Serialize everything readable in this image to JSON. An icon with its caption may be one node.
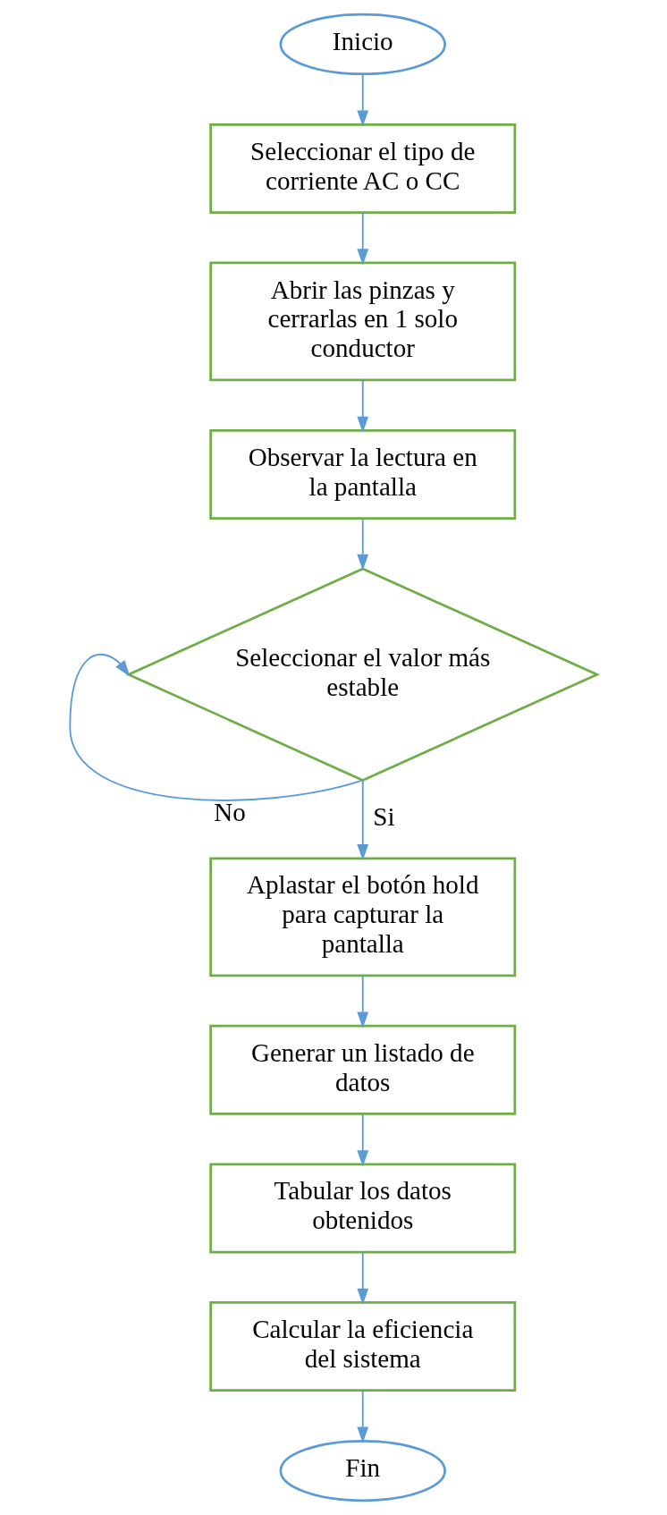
{
  "diagram": {
    "nodes": [
      {
        "text": [
          "Inicio"
        ]
      },
      {
        "text": [
          "Seleccionar el tipo de corriente AC o CC"
        ]
      },
      {
        "text": [
          "Abrir las pinzas y cerrarlas en 1 solo conductor"
        ]
      },
      {
        "text": [
          "Observar la lectura en la pantalla"
        ]
      },
      {
        "text": [
          "Seleccionar el valor más estable"
        ]
      },
      {
        "text": [
          "Aplastar el botón hold para capturar la pantalla"
        ]
      },
      {
        "text": [
          "Generar un listado de datos"
        ]
      },
      {
        "text": [
          "Tabular los datos obtenidos"
        ]
      },
      {
        "text": [
          "Calcular la eficiencia del sistema"
        ]
      },
      {
        "text": [
          "Fin"
        ]
      }
    ],
    "edges": [
      {
        "from": 0,
        "to": 1,
        "arrow": "to"
      },
      {
        "from": 1,
        "to": 2,
        "arrow": "to"
      },
      {
        "from": 2,
        "to": 3,
        "arrow": "to"
      },
      {
        "from": 3,
        "to": 4,
        "arrow": "to"
      },
      {
        "from": 4,
        "to": 4,
        "arrow": "to",
        "label": "No"
      },
      {
        "from": 4,
        "to": 5,
        "arrow": "to",
        "label": "Si"
      },
      {
        "from": 5,
        "to": 6,
        "arrow": "to"
      },
      {
        "from": 6,
        "to": 7,
        "arrow": "to"
      },
      {
        "from": 7,
        "to": 8,
        "arrow": "to"
      },
      {
        "from": 8,
        "to": 9,
        "arrow": "to"
      }
    ]
  }
}
